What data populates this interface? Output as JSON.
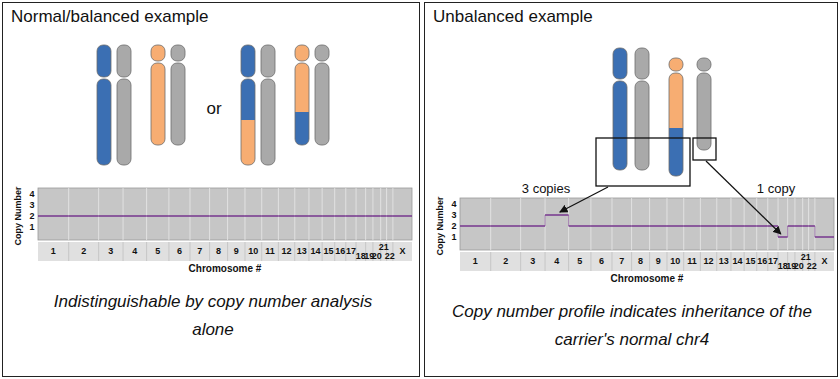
{
  "diagram": {
    "nodes": [
      {
        "text": [
          "Normal/balanced example",
          "Indistinguishable by copy number analysis alone"
        ]
      },
      {
        "text": [
          "Unbalanced example",
          "Copy number profile indicates inheritance of the carrier's normal chr4"
        ]
      }
    ],
    "labels": [
      "or",
      "4",
      "3",
      "2",
      "1",
      "Copy Number",
      "1",
      "2",
      "3",
      "4",
      "5",
      "6",
      "7",
      "8",
      "9",
      "10",
      "11",
      "12",
      "13",
      "14",
      "15",
      "16",
      "17",
      "18",
      "19",
      "20",
      "21",
      "22",
      "X",
      "Chromosome #",
      "3 copies",
      "1 copy",
      "4",
      "3",
      "2",
      "1",
      "Copy Number",
      "1",
      "2",
      "3",
      "4",
      "5",
      "6",
      "7",
      "8",
      "9",
      "10",
      "11",
      "12",
      "13",
      "14",
      "15",
      "16",
      "17",
      "18",
      "19",
      "20",
      "21",
      "22",
      "X",
      "Chromosome #"
    ]
  }
}
